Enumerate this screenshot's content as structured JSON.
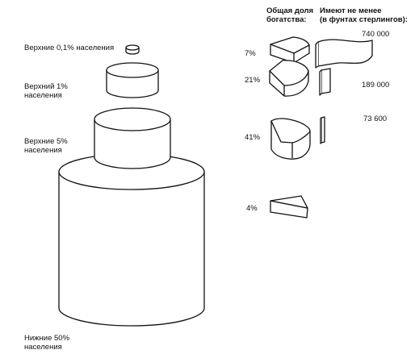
{
  "headers": {
    "share": [
      "Общая доля",
      "богатства:"
    ],
    "threshold": [
      "Имеют не менее",
      "(в фунтах стерлингов):"
    ]
  },
  "groups": [
    {
      "label": [
        "Верхние 0,1% населения"
      ],
      "share": "7%",
      "threshold": "740 000"
    },
    {
      "label": [
        "Верхний 1%",
        "населения"
      ],
      "share": "21%",
      "threshold": "189 000"
    },
    {
      "label": [
        "Верхние 5%",
        "населения"
      ],
      "share": "41%",
      "threshold": "73 600"
    },
    {
      "label": [
        "Нижние 50%",
        "населения"
      ],
      "share": "4%",
      "threshold": ""
    }
  ]
}
